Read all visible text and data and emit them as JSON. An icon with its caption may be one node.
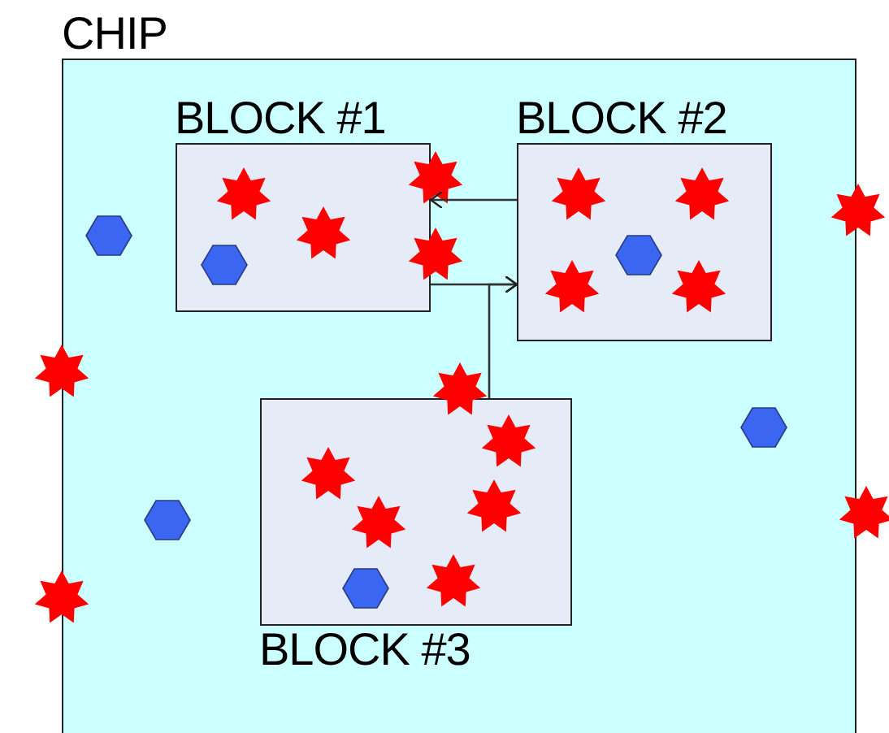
{
  "diagram": {
    "nodes": [
      {
        "text": [
          "CHIP"
        ]
      },
      {
        "text": [
          "BLOCK #1"
        ],
        "in": 0
      },
      {
        "text": [
          "BLOCK #2"
        ],
        "in": 0
      },
      {
        "text": [
          "BLOCK #3"
        ],
        "in": 0
      }
    ],
    "edges": [
      {
        "from": 2,
        "to": 1,
        "arrow": "to"
      },
      {
        "from": 1,
        "to": 2,
        "arrow": "to"
      },
      {
        "from": 3,
        "to": 2,
        "arrow": "to"
      }
    ]
  }
}
